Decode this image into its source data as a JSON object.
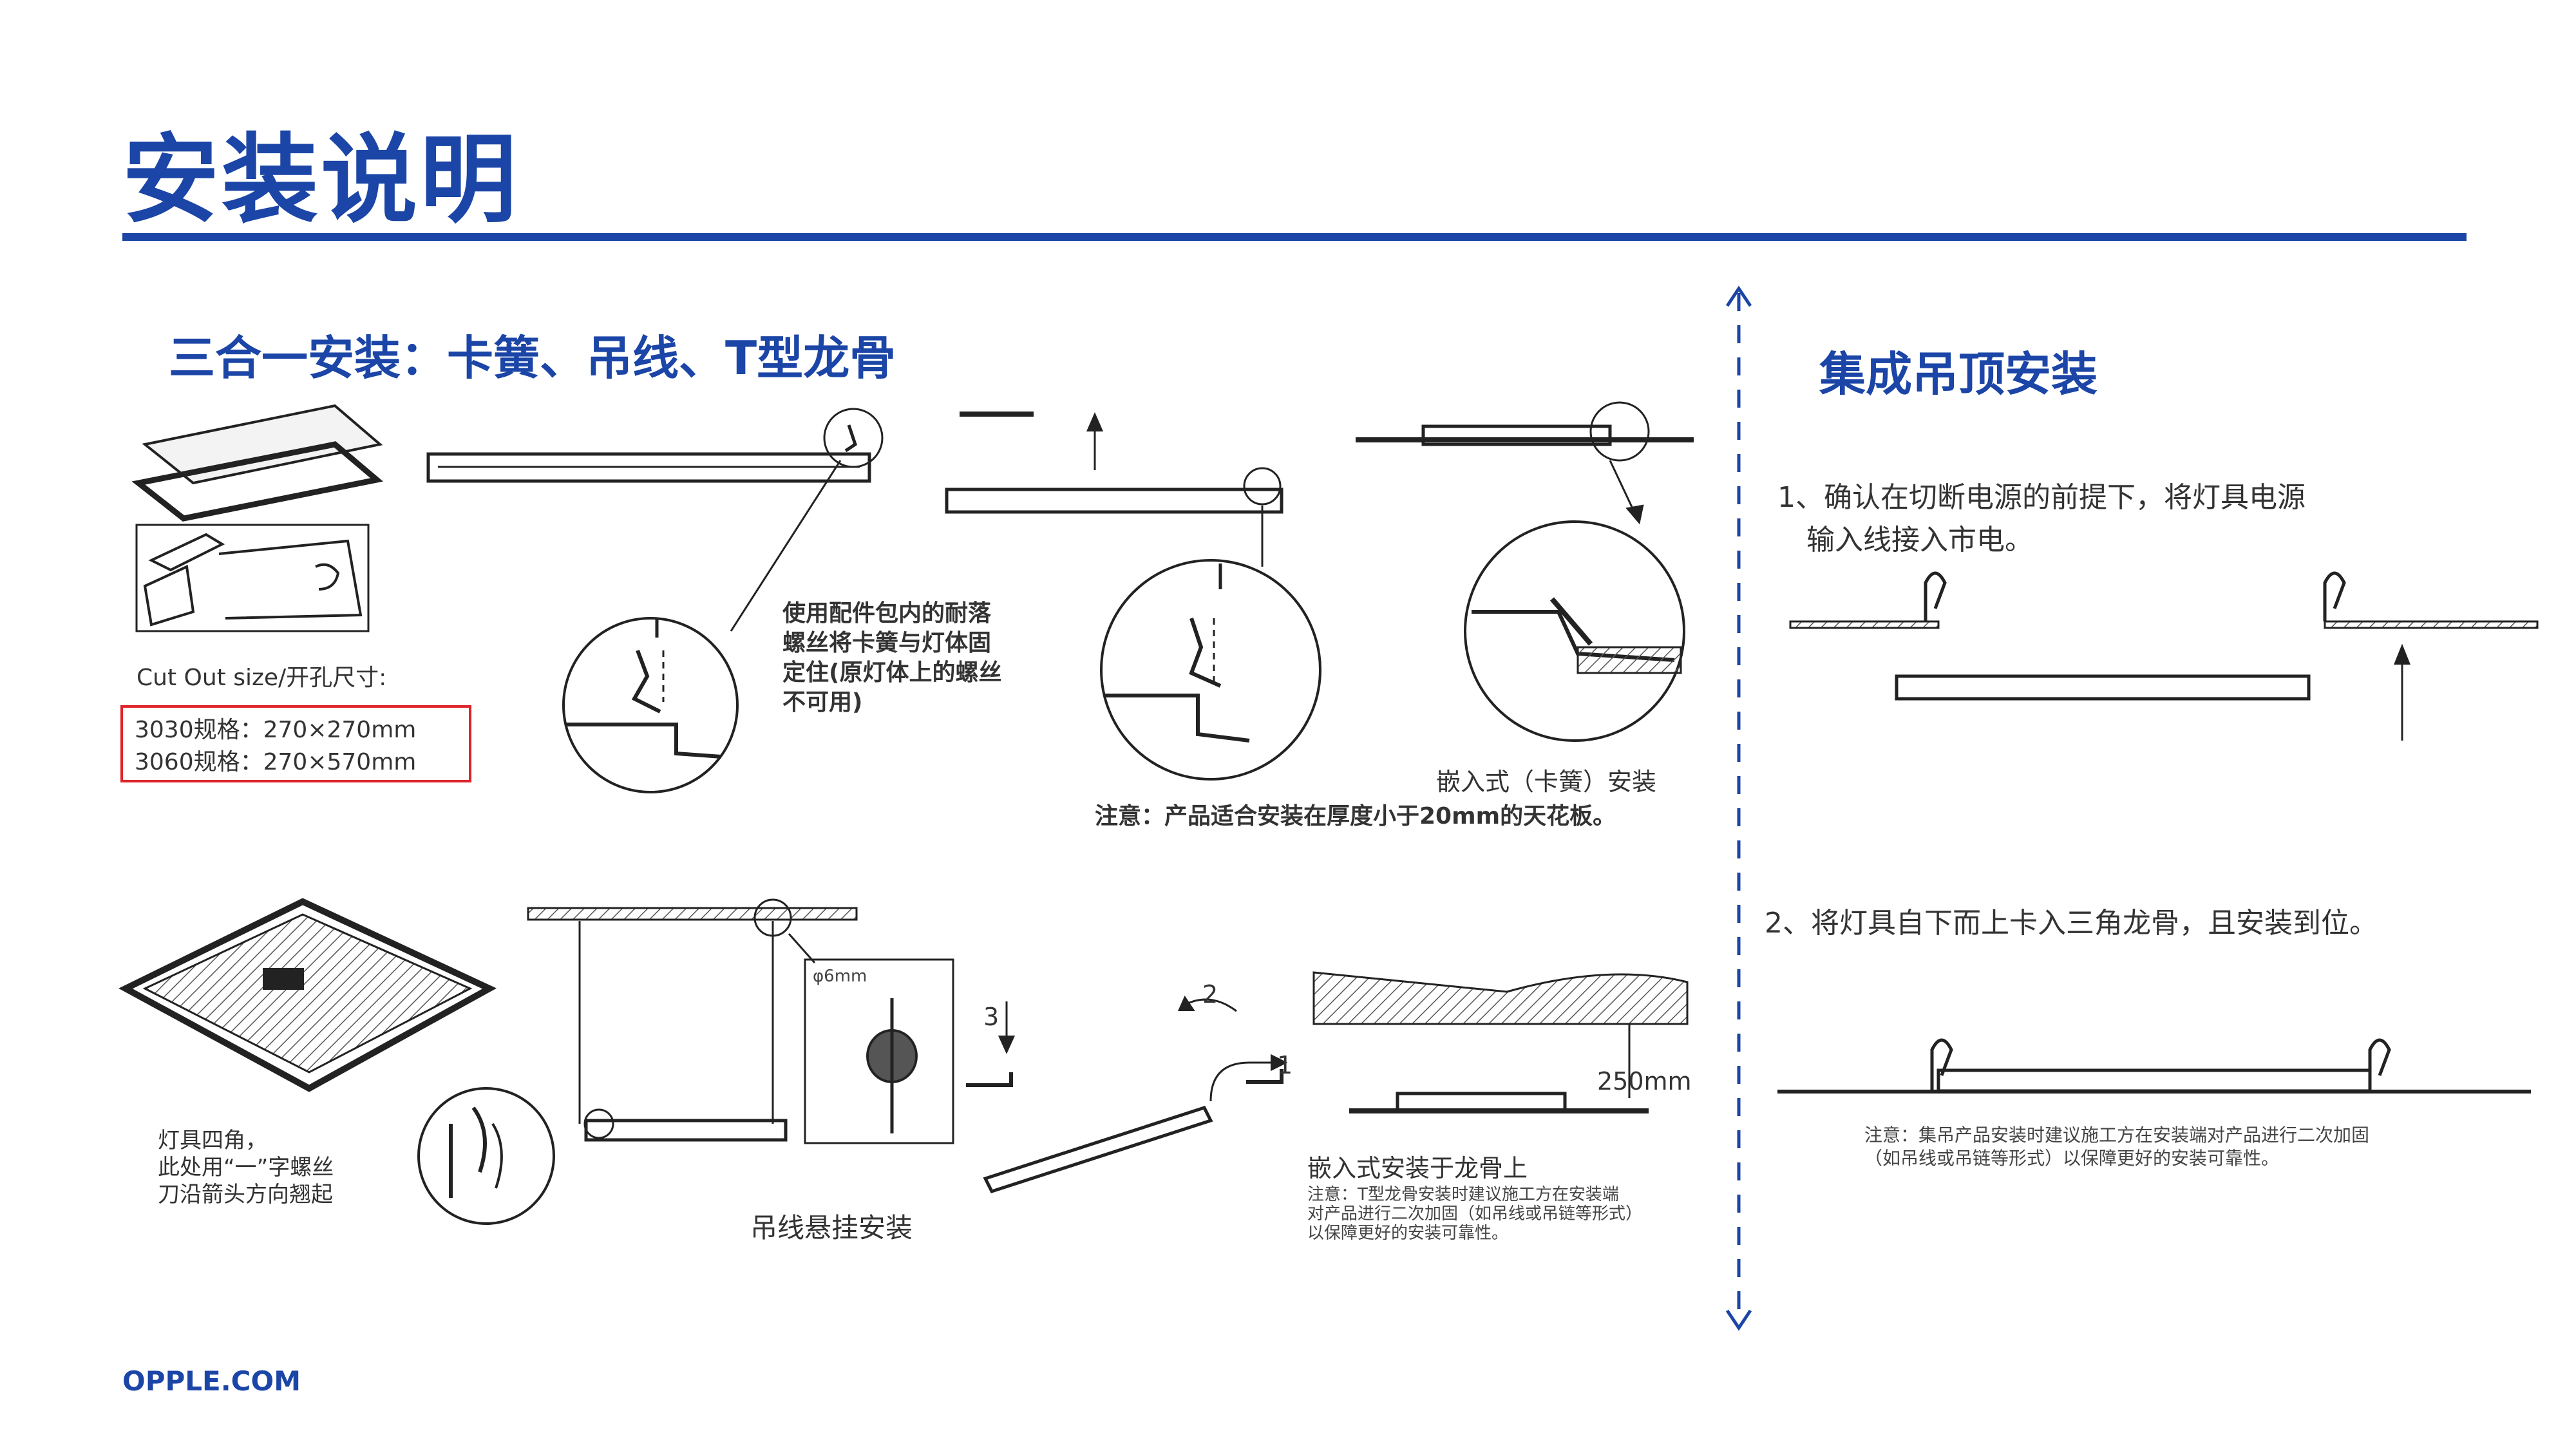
{
  "header": {
    "title": "安装说明"
  },
  "left_section": {
    "heading": "三合一安装：卡簧、吊线、T型龙骨",
    "cutout_label": "Cut Out size/开孔尺寸:",
    "specs": [
      "3030规格：270×270mm",
      "3060规格：270×570mm"
    ],
    "spring_note": [
      "使用配件包内的耐落",
      "螺丝将卡簧与灯体固",
      "定住(原灯体上的螺丝",
      "不可用)"
    ],
    "recessed_caption": "嵌入式（卡簧）安装",
    "recessed_note": "注意：产品适合安装在厚度小于20mm的天花板。",
    "corner_note": [
      "灯具四角，",
      "此处用“一”字螺丝",
      "刀沿箭头方向翘起"
    ],
    "diameter_label": "φ6mm",
    "suspension_caption": "吊线悬挂安装",
    "step_numbers": [
      "3",
      "2",
      "1"
    ],
    "distance_label": "250mm",
    "tbar_caption": "嵌入式安装于龙骨上",
    "tbar_note": [
      "注意：T型龙骨安装时建议施工方在安装端",
      "对产品进行二次加固（如吊线或吊链等形式）",
      "以保障更好的安装可靠性。"
    ]
  },
  "right_section": {
    "heading": "集成吊顶安装",
    "step1": [
      "1、确认在切断电源的前提下，将灯具电源",
      "输入线接入市电。"
    ],
    "step2": "2、将灯具自下而上卡入三角龙骨，且安装到位。",
    "note": [
      "注意：集吊产品安装时建议施工方在安装端对产品进行二次加固",
      "（如吊线或吊链等形式）以保障更好的安装可靠性。"
    ]
  },
  "footer": {
    "brand": "OPPLE.COM"
  },
  "colors": {
    "brand_blue": "#1B45A6",
    "spec_border_red": "#E0242B"
  }
}
